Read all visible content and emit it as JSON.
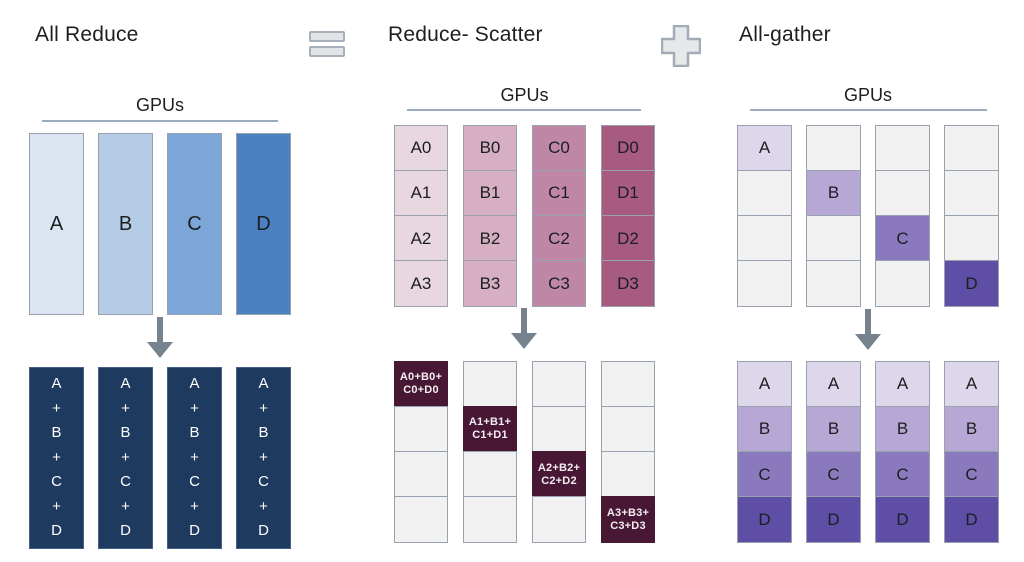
{
  "titles": {
    "all_reduce": "All Reduce",
    "reduce_scatter": "Reduce- Scatter",
    "all_gather": "All-gather"
  },
  "gpus_label": "GPUs",
  "icons": {
    "equals": "equals-icon",
    "plus": "plus-icon",
    "down_arrow": "down-arrow-icon"
  },
  "colors": {
    "blues": [
      "#dbe5f2",
      "#b4cce6",
      "#7ca6d7",
      "#4c80c0"
    ],
    "navy": "#1e3a5f",
    "pinks": [
      "#e9d7e0",
      "#d6afc2",
      "#bf87a5",
      "#a75b80"
    ],
    "maroon": "#471733",
    "purples": [
      "#ded6ea",
      "#b6a7d4",
      "#8a7abd",
      "#5e4ea6"
    ],
    "empty_cell": "#f1f1f2",
    "cell_border": "#97a2ae",
    "arrow": "#76828e",
    "underline": "#9cabbd",
    "text": "#1c1e21"
  },
  "all_reduce": {
    "input_columns": [
      {
        "label": "A"
      },
      {
        "label": "B"
      },
      {
        "label": "C"
      },
      {
        "label": "D"
      }
    ],
    "output_columns": [
      {
        "lines": [
          "A",
          "+",
          "B",
          "+",
          "C",
          "+",
          "D"
        ]
      },
      {
        "lines": [
          "A",
          "+",
          "B",
          "+",
          "C",
          "+",
          "D"
        ]
      },
      {
        "lines": [
          "A",
          "+",
          "B",
          "+",
          "C",
          "+",
          "D"
        ]
      },
      {
        "lines": [
          "A",
          "+",
          "B",
          "+",
          "C",
          "+",
          "D"
        ]
      }
    ]
  },
  "reduce_scatter": {
    "input_columns": [
      {
        "cells": [
          "A0",
          "A1",
          "A2",
          "A3"
        ]
      },
      {
        "cells": [
          "B0",
          "B1",
          "B2",
          "B3"
        ]
      },
      {
        "cells": [
          "C0",
          "C1",
          "C2",
          "C3"
        ]
      },
      {
        "cells": [
          "D0",
          "D1",
          "D2",
          "D3"
        ]
      }
    ],
    "output_columns": [
      {
        "cells": [
          [
            "A0+B0+",
            "C0+D0"
          ],
          "",
          "",
          ""
        ]
      },
      {
        "cells": [
          "",
          [
            "A1+B1+",
            "C1+D1"
          ],
          "",
          ""
        ]
      },
      {
        "cells": [
          "",
          "",
          [
            "A2+B2+",
            "C2+D2"
          ],
          ""
        ]
      },
      {
        "cells": [
          "",
          "",
          "",
          [
            "A3+B3+",
            "C3+D3"
          ]
        ]
      }
    ]
  },
  "all_gather": {
    "input_columns": [
      {
        "cells": [
          "A",
          "",
          "",
          ""
        ]
      },
      {
        "cells": [
          "",
          "B",
          "",
          ""
        ]
      },
      {
        "cells": [
          "",
          "",
          "C",
          ""
        ]
      },
      {
        "cells": [
          "",
          "",
          "",
          "D"
        ]
      }
    ],
    "output_columns": [
      {
        "cells": [
          "A",
          "B",
          "C",
          "D"
        ]
      },
      {
        "cells": [
          "A",
          "B",
          "C",
          "D"
        ]
      },
      {
        "cells": [
          "A",
          "B",
          "C",
          "D"
        ]
      },
      {
        "cells": [
          "A",
          "B",
          "C",
          "D"
        ]
      }
    ]
  }
}
